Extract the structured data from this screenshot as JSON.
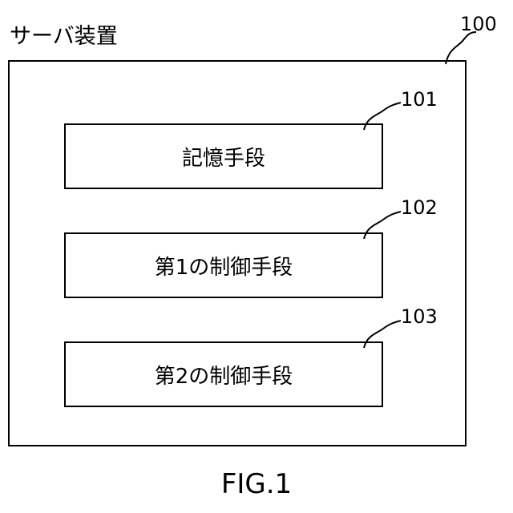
{
  "outer": {
    "label": "サーバ装置",
    "ref": "100"
  },
  "blocks": [
    {
      "ref": "101",
      "label": "記憶手段"
    },
    {
      "ref": "102",
      "label": "第1の制御手段"
    },
    {
      "ref": "103",
      "label": "第2の制御手段"
    }
  ],
  "figure": {
    "caption": "FIG.1"
  }
}
